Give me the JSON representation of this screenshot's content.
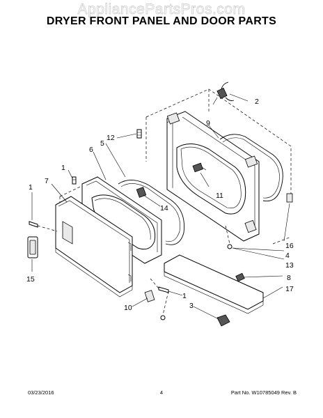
{
  "header": {
    "watermark": "AppliancePartsPros.com",
    "title": "DRYER FRONT PANEL AND DOOR PARTS"
  },
  "callouts": {
    "c1a": "1",
    "c1b": "1",
    "c1c": "1",
    "c2": "2",
    "c3": "3",
    "c4": "4",
    "c5": "5",
    "c6": "6",
    "c7": "7",
    "c8": "8",
    "c9": "9",
    "c10": "10",
    "c11": "11",
    "c12": "12",
    "c13": "13",
    "c14": "14",
    "c15": "15",
    "c16": "16",
    "c17": "17"
  },
  "footer": {
    "date": "03/23/2016",
    "page": "4",
    "part_no": "Part No. W10785049  Rev. B"
  }
}
